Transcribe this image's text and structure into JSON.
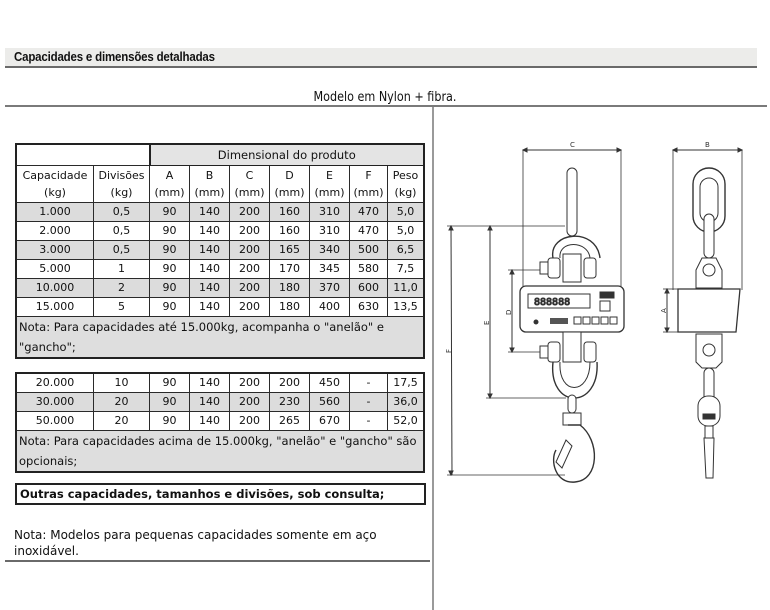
{
  "section_header": {
    "title": "Capacidades e dimensões detalhadas"
  },
  "model_title": "Modelo em Nylon + fibra.",
  "table": {
    "group_header": "Dimensional do produto",
    "columns": [
      {
        "name": "Capacidade",
        "unit": "(kg)"
      },
      {
        "name": "Divisões",
        "unit": "(kg)"
      },
      {
        "name": "A",
        "unit": "(mm)"
      },
      {
        "name": "B",
        "unit": "(mm)"
      },
      {
        "name": "C",
        "unit": "(mm)"
      },
      {
        "name": "D",
        "unit": "(mm)"
      },
      {
        "name": "E",
        "unit": "(mm)"
      },
      {
        "name": "F",
        "unit": "(mm)"
      },
      {
        "name": "Peso",
        "unit": "(kg)"
      }
    ],
    "rows_group1": [
      [
        "1.000",
        "0,5",
        "90",
        "140",
        "200",
        "160",
        "310",
        "470",
        "5,0"
      ],
      [
        "2.000",
        "0,5",
        "90",
        "140",
        "200",
        "160",
        "310",
        "470",
        "5,0"
      ],
      [
        "3.000",
        "0,5",
        "90",
        "140",
        "200",
        "165",
        "340",
        "500",
        "6,5"
      ],
      [
        "5.000",
        "1",
        "90",
        "140",
        "200",
        "170",
        "345",
        "580",
        "7,5"
      ],
      [
        "10.000",
        "2",
        "90",
        "140",
        "200",
        "180",
        "370",
        "600",
        "11,0"
      ],
      [
        "15.000",
        "5",
        "90",
        "140",
        "200",
        "180",
        "400",
        "630",
        "13,5"
      ]
    ],
    "note_group1": "Nota: Para capacidades até 15.000kg, acompanha o \"anelão\" e \"gancho\";",
    "rows_group2": [
      [
        "20.000",
        "10",
        "90",
        "140",
        "200",
        "200",
        "450",
        "-",
        "17,5"
      ],
      [
        "30.000",
        "20",
        "90",
        "140",
        "200",
        "230",
        "560",
        "-",
        "36,0"
      ],
      [
        "50.000",
        "20",
        "90",
        "140",
        "200",
        "265",
        "670",
        "-",
        "52,0"
      ]
    ],
    "note_group2": "Nota: Para capacidades acima de 15.000kg, \"anelão\" e \"gancho\" são opcionais;"
  },
  "other_capacities": "Outras capacidades, tamanhos e divisões, sob consulta;",
  "footnote": "Nota: Modelos para pequenas capacidades somente em aço inoxidável.",
  "drawing": {
    "labels": {
      "A": "A",
      "B": "B",
      "C": "C",
      "D": "D",
      "E": "E",
      "F": "F"
    },
    "display_digits": "888888"
  }
}
